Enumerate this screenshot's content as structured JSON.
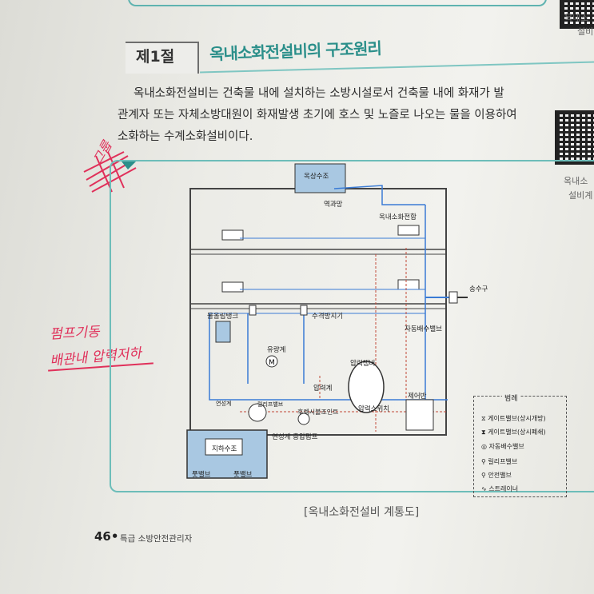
{
  "section": {
    "number": "제1절",
    "title": "옥내소화전설비의 구조원리"
  },
  "paragraph": {
    "line1": "옥내소화전설비는 건축물 내에 설치하는 소방시설로서 건축물 내에 화재가 발",
    "line2": "관계자 또는 자체소방대원이 화재발생 초기에 호스 및 노즐로 나오는 물을 이용하여",
    "line3": "소화하는 수계소화설비이다."
  },
  "side": {
    "top1": "옥내소",
    "top2": "설비",
    "mid1": "옥내소",
    "mid2": "설비계"
  },
  "handwriting": {
    "note1": "그룹",
    "note2a": "펌프기동",
    "note2b": "배관내 압력저하"
  },
  "diagram": {
    "roof_tank": "옥상수조",
    "check_label": "역과망",
    "cabinet": "옥내소화전함",
    "siamese": "송수구",
    "auto_drain": "자동배수밸브",
    "priming_tank": "물올림탱크",
    "water_hammer": "수격방지기",
    "flowmeter": "유량계",
    "pressure_gauge": "압력계",
    "pressure_chamber": "압력챔버",
    "pressure_switch": "압력스위치",
    "control_panel": "제어반",
    "vacuum_gauge": "연성계",
    "relief_valve": "릴리프밸브",
    "check_valve": "후렉시블조인트",
    "pump": "연성계  충압펌프",
    "underground_tank": "지하수조",
    "foot_valve1": "풋밸브",
    "foot_valve2": "풋밸브"
  },
  "legend": {
    "title": "범례",
    "items": [
      "게이트밸브(상시개방)",
      "게이트밸브(상시폐쇄)",
      "자동배수밸브",
      "릴리프밸브",
      "안전밸브",
      "스트레이너"
    ]
  },
  "caption": "[옥내소화전설비 계통도]",
  "footer": {
    "page": "46•",
    "book": "특급 소방안전관리자"
  }
}
